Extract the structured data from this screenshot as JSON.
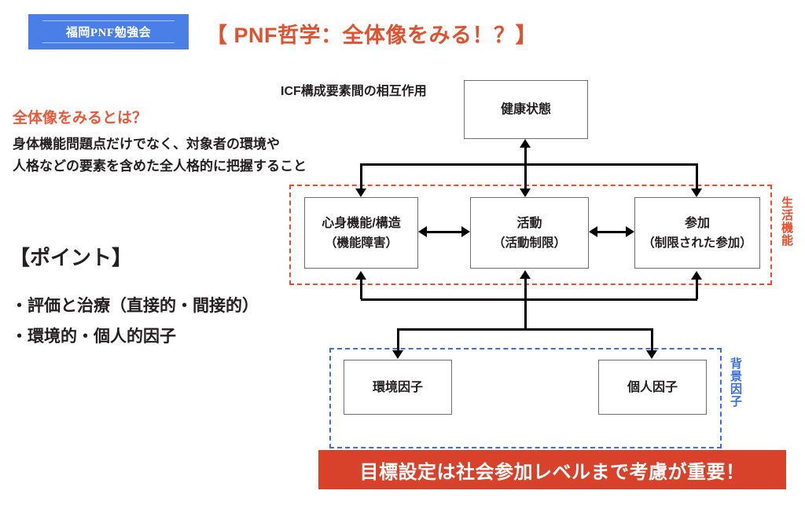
{
  "header": {
    "logo_text": "福岡PNF勉強会",
    "logo_bg_color": "#4a7fe8",
    "title": "【 PNF哲学：全体像をみる！？】",
    "title_color": "#e0512f"
  },
  "left_panel": {
    "lead_heading": "全体像をみるとは？",
    "lead_heading_color": "#e8593a",
    "lead_body_line1": "身体機能問題点だけでなく、対象者の環境や",
    "lead_body_line2": "人格などの要素を含めた全人格的に把握すること",
    "point_heading": "【ポイント】",
    "point_items": [
      "・評価と治療（直接的・間接的）",
      "・環境的・個人的因子"
    ]
  },
  "diagram": {
    "caption": "ICF構成要素間の相互作用",
    "nodes": {
      "health": {
        "line1": "健康状態",
        "line2": ""
      },
      "body_function": {
        "line1": "心身機能/構造",
        "line2": "（機能障害）"
      },
      "activity": {
        "line1": "活動",
        "line2": "（活動制限）"
      },
      "participation": {
        "line1": "参加",
        "line2": "（制限された参加）"
      },
      "environment": {
        "line1": "環境因子",
        "line2": ""
      },
      "personal": {
        "line1": "個人因子",
        "line2": ""
      }
    },
    "groups": {
      "life_function_label": "生活機能",
      "life_function_color": "#ef4b2c",
      "context_factor_label": "背景因子",
      "context_factor_color": "#3b6fe0"
    }
  },
  "banner": {
    "text": "目標設定は社会参加レベルまで考慮が重要！",
    "bg_color": "#d8412a",
    "text_color": "#ffffff"
  }
}
